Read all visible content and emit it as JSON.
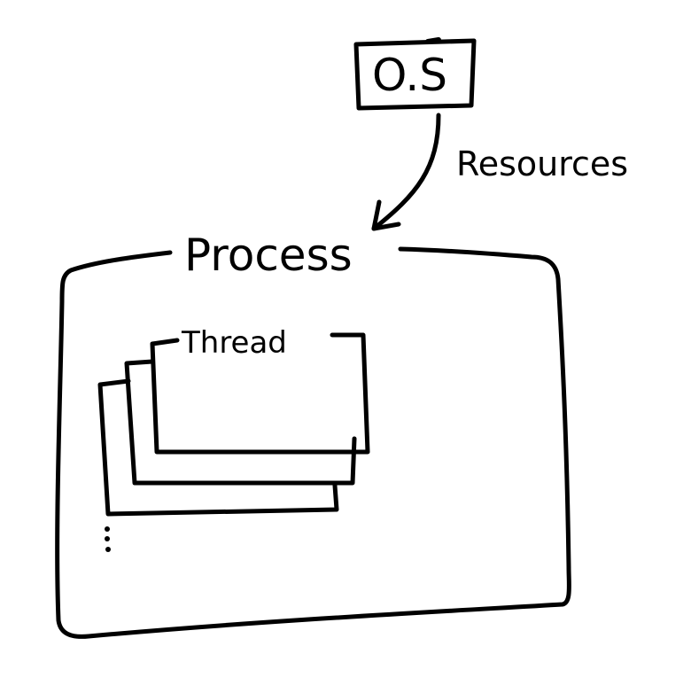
{
  "diagram": {
    "os_label": "O.S",
    "resources_label": "Resources",
    "process_label": "Process",
    "thread_label": "Thread",
    "stroke_color": "#000000",
    "background_color": "#ffffff"
  }
}
